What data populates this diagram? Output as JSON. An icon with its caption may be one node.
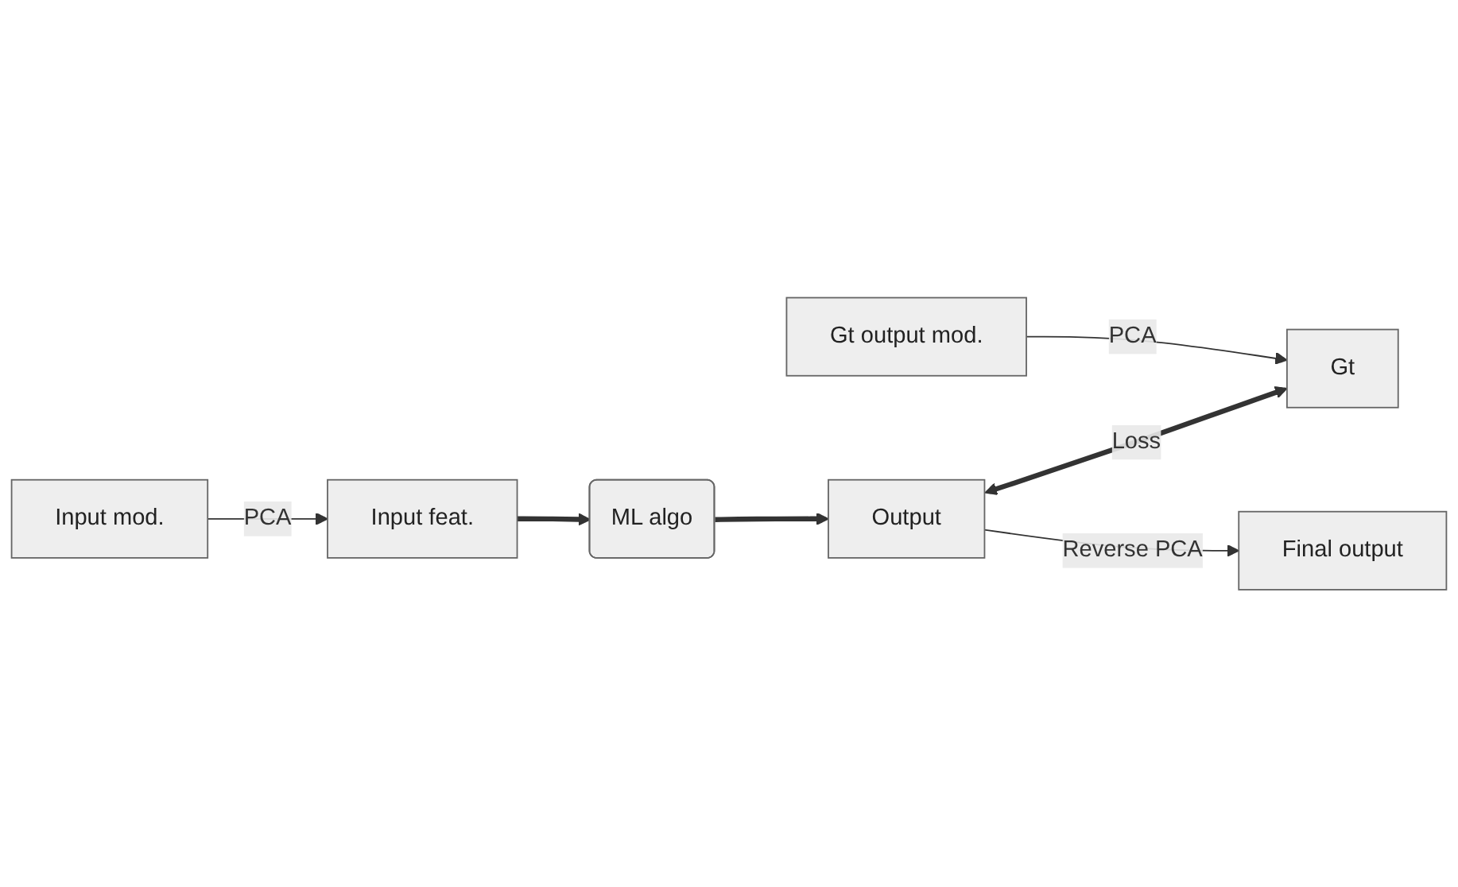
{
  "diagram": {
    "nodes": [
      {
        "text": [
          "Input mod."
        ]
      },
      {
        "text": [
          "Input feat."
        ]
      },
      {
        "text": [
          "ML algo"
        ]
      },
      {
        "text": [
          "Output"
        ]
      },
      {
        "text": [
          "Gt"
        ]
      },
      {
        "text": [
          "Gt output mod."
        ]
      },
      {
        "text": [
          "Final output"
        ]
      }
    ],
    "edges": [
      {
        "from": 0,
        "to": 1,
        "arrow": "to",
        "label": "PCA"
      },
      {
        "from": 1,
        "to": 2,
        "arrow": "to",
        "style": "thick"
      },
      {
        "from": 2,
        "to": 3,
        "arrow": "to",
        "style": "thick"
      },
      {
        "from": 3,
        "to": 4,
        "arrow": "both",
        "label": "Loss",
        "style": "thick"
      },
      {
        "from": 5,
        "to": 4,
        "arrow": "to",
        "label": "PCA"
      },
      {
        "from": 3,
        "to": 6,
        "arrow": "to",
        "label": "Reverse PCA"
      }
    ]
  }
}
